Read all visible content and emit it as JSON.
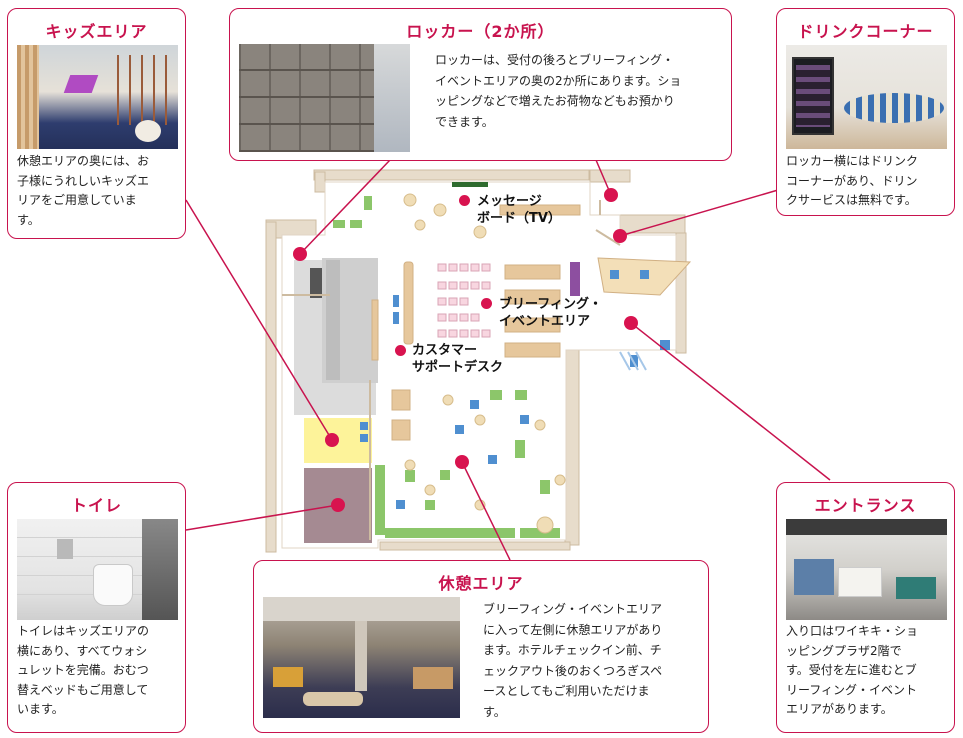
{
  "colors": {
    "accent": "#c8134e",
    "dot": "#d8134f",
    "kids_area": "#fdf39a",
    "toilet_area": "#a58a92",
    "seating_green": "#8cc66a",
    "seating_blue": "#4f8fd0",
    "wood": "#d8c4a6"
  },
  "cards": {
    "kids": {
      "title": "キッズエリア",
      "text": "休憩エリアの奥には、お\n子様にうれしいキッズエ\nリアをご用意していま\nす。"
    },
    "locker": {
      "title": "ロッカー（2か所）",
      "text": "ロッカーは、受付の後ろとブリーフィング・\nイベントエリアの奥の2か所にあります。ショ\nッピングなどで増えたお荷物などもお預かり\nできます。"
    },
    "drink": {
      "title": "ドリンクコーナー",
      "text": "ロッカー横にはドリンク\nコーナーがあり、ドリン\nクサービスは無料です。"
    },
    "toilet": {
      "title": "トイレ",
      "text": "トイレはキッズエリアの\n横にあり、すべてウォシ\nュレットを完備。おむつ\n替えベッドもご用意して\nいます。"
    },
    "rest": {
      "title": "休憩エリア",
      "text": "ブリーフィング・イベントエリア\nに入って左側に休憩エリアがあり\nます。ホテルチェックイン前、チ\nェックアウト後のおくつろぎスペ\nースとしてもご利用いただけま\nす。"
    },
    "entrance": {
      "title": "エントランス",
      "text": "入り口はワイキキ・ショ\nッピングプラザ2階で\nす。受付を左に進むとブ\nリーフィング・イベント\nエリアがあります。"
    }
  },
  "map_labels": {
    "message_board": "メッセージ\nボード（TV）",
    "briefing": "ブリーフィング・\nイベントエリア",
    "customer_desk": "カスタマー\nサポートデスク"
  }
}
